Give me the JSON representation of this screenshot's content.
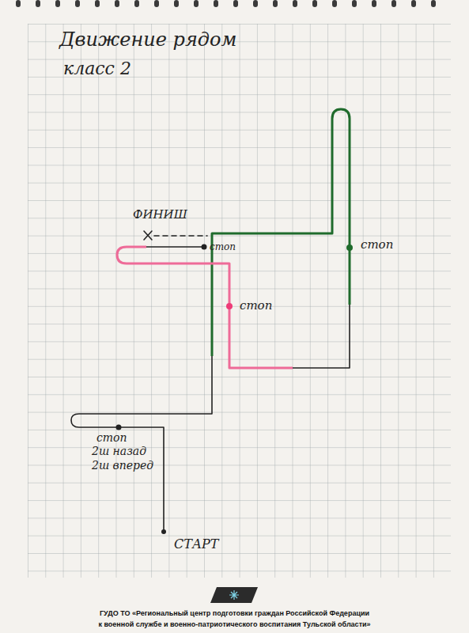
{
  "diagram": {
    "title": "Движение рядом",
    "labels": [
      "класс 2",
      "ФИНИШ",
      "стоп",
      "стоп",
      "стоп",
      "стоп",
      "2ш назад",
      "2ш вперед",
      "СТАРТ",
      "ГУДО ТО «Региональный центр подготовки граждан Российской Федерации",
      "к военной службе и военно-патриотического воспитания Тульской области»"
    ]
  }
}
